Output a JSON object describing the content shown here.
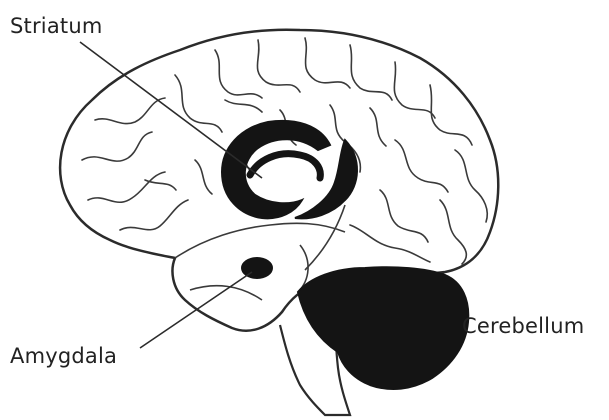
{
  "labels": {
    "striatum": "Striatum",
    "amygdala": "Amygdala",
    "cerebellum": "Cerebellum"
  },
  "colors": {
    "outline": "#2b2b2b",
    "fill_dark": "#141414",
    "text": "#222222",
    "background": "#ffffff"
  }
}
